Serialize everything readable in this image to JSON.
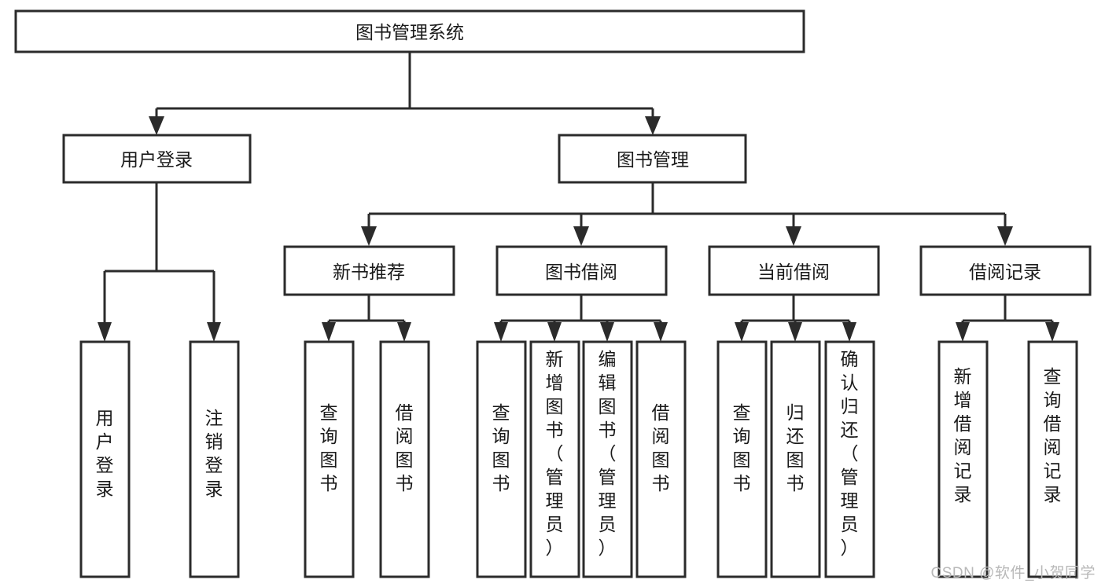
{
  "diagram": {
    "type": "tree-hierarchy",
    "title": "图书管理系统",
    "watermark": "CSDN @软件_小贺同学",
    "colors": {
      "box_stroke": "#2b2b2b",
      "box_fill": "#ffffff",
      "text": "#1a1a1a",
      "background": "#ffffff",
      "watermark": "#b8b8b8"
    },
    "root": {
      "id": "root",
      "label": "图书管理系统",
      "orientation": "horizontal"
    },
    "level1": [
      {
        "id": "user-login",
        "label": "用户登录",
        "orientation": "horizontal"
      },
      {
        "id": "book-management",
        "label": "图书管理",
        "orientation": "horizontal"
      }
    ],
    "level2": [
      {
        "id": "new-book-recommend",
        "label": "新书推荐",
        "parent": "book-management",
        "orientation": "horizontal"
      },
      {
        "id": "book-borrow",
        "label": "图书借阅",
        "parent": "book-management",
        "orientation": "horizontal"
      },
      {
        "id": "current-borrow",
        "label": "当前借阅",
        "parent": "book-management",
        "orientation": "horizontal"
      },
      {
        "id": "borrow-record",
        "label": "借阅记录",
        "parent": "book-management",
        "orientation": "horizontal"
      }
    ],
    "leaves": [
      {
        "id": "leaf-user-login",
        "label": "用户登录",
        "parent": "user-login",
        "orientation": "vertical"
      },
      {
        "id": "leaf-user-logout",
        "label": "注销登录",
        "parent": "user-login",
        "orientation": "vertical"
      },
      {
        "id": "leaf-query-book-1",
        "label": "查询图书",
        "parent": "new-book-recommend",
        "orientation": "vertical"
      },
      {
        "id": "leaf-borrow-book-1",
        "label": "借阅图书",
        "parent": "new-book-recommend",
        "orientation": "vertical"
      },
      {
        "id": "leaf-query-book-2",
        "label": "查询图书",
        "parent": "book-borrow",
        "orientation": "vertical"
      },
      {
        "id": "leaf-add-book",
        "label": "新增图书（管理员）",
        "parent": "book-borrow",
        "orientation": "vertical"
      },
      {
        "id": "leaf-edit-book",
        "label": "编辑图书（管理员）",
        "parent": "book-borrow",
        "orientation": "vertical"
      },
      {
        "id": "leaf-borrow-book-2",
        "label": "借阅图书",
        "parent": "book-borrow",
        "orientation": "vertical"
      },
      {
        "id": "leaf-query-book-3",
        "label": "查询图书",
        "parent": "current-borrow",
        "orientation": "vertical"
      },
      {
        "id": "leaf-return-book",
        "label": "归还图书",
        "parent": "current-borrow",
        "orientation": "vertical"
      },
      {
        "id": "leaf-confirm-return",
        "label": "确认归还（管理员）",
        "parent": "current-borrow",
        "orientation": "vertical"
      },
      {
        "id": "leaf-add-record",
        "label": "新增借阅记录",
        "parent": "borrow-record",
        "orientation": "vertical"
      },
      {
        "id": "leaf-query-record",
        "label": "查询借阅记录",
        "parent": "borrow-record",
        "orientation": "vertical"
      }
    ]
  }
}
